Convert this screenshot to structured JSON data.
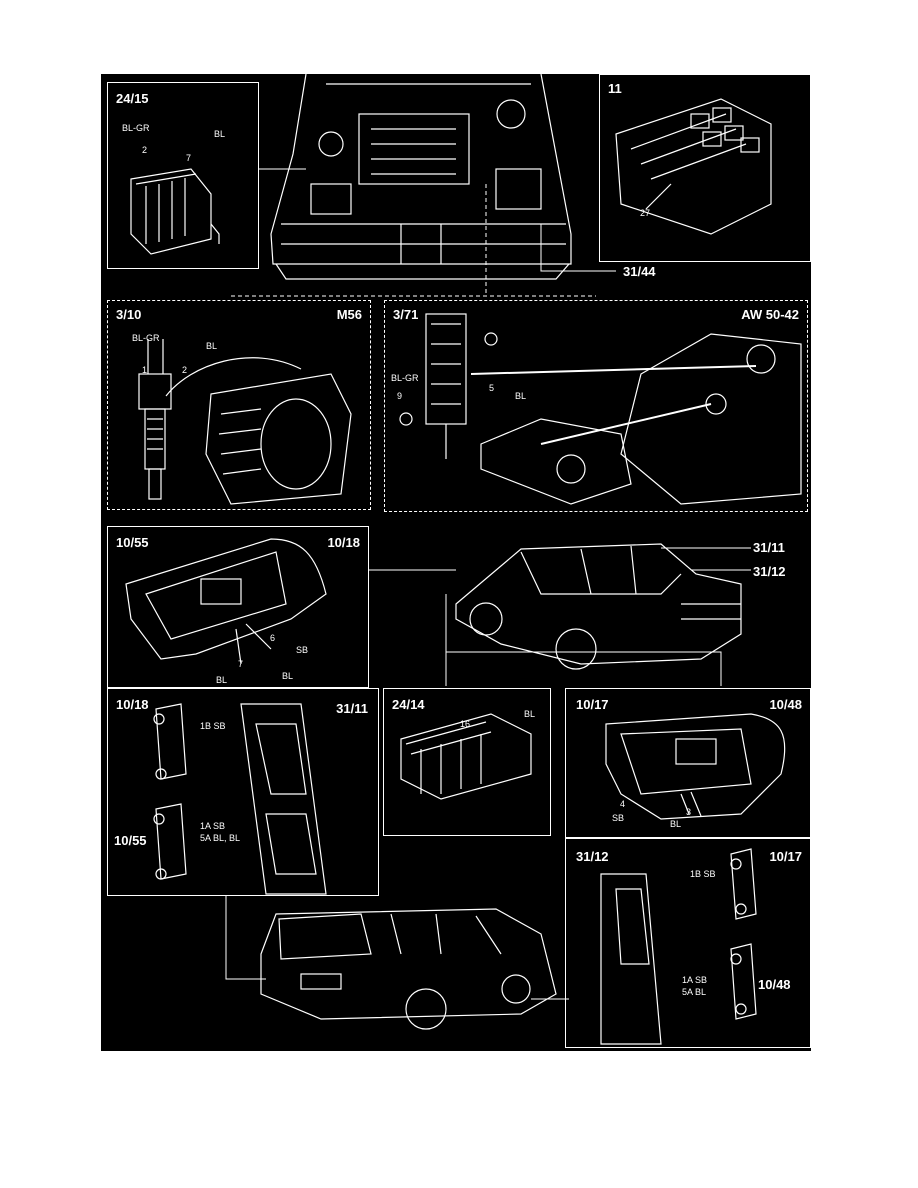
{
  "panels": {
    "p2415": {
      "id": "24/15",
      "labels": [
        "BL-GR",
        "BL",
        "2",
        "7"
      ]
    },
    "p11": {
      "id": "11",
      "labels": [
        "27"
      ]
    },
    "engine": {
      "ref": "31/44"
    },
    "p310": {
      "id": "3/10",
      "model": "M56",
      "labels": [
        "BL-GR",
        "BL",
        "1",
        "2"
      ]
    },
    "p371": {
      "id": "3/71",
      "model": "AW 50-42",
      "labels": [
        "BL-GR",
        "BL",
        "9",
        "5"
      ]
    },
    "p1055": {
      "id": "10/55",
      "id2": "10/18",
      "labels": [
        "6",
        "SB",
        "7",
        "BL",
        "BL"
      ]
    },
    "sedan": {
      "ref1": "31/11",
      "ref2": "31/12"
    },
    "p1018": {
      "id": "10/18",
      "id2": "31/11",
      "id3": "10/55",
      "labels": [
        "1B SB",
        "1A SB",
        "5A BL, BL"
      ]
    },
    "p2414": {
      "id": "24/14",
      "labels": [
        "16",
        "BL"
      ]
    },
    "p1017": {
      "id": "10/17",
      "id2": "10/48",
      "labels": [
        "4",
        "SB",
        "3",
        "BL"
      ]
    },
    "p3112": {
      "id": "31/12",
      "id2": "10/17",
      "id3": "10/48",
      "labels": [
        "1B SB",
        "1A SB",
        "5A BL"
      ]
    }
  }
}
